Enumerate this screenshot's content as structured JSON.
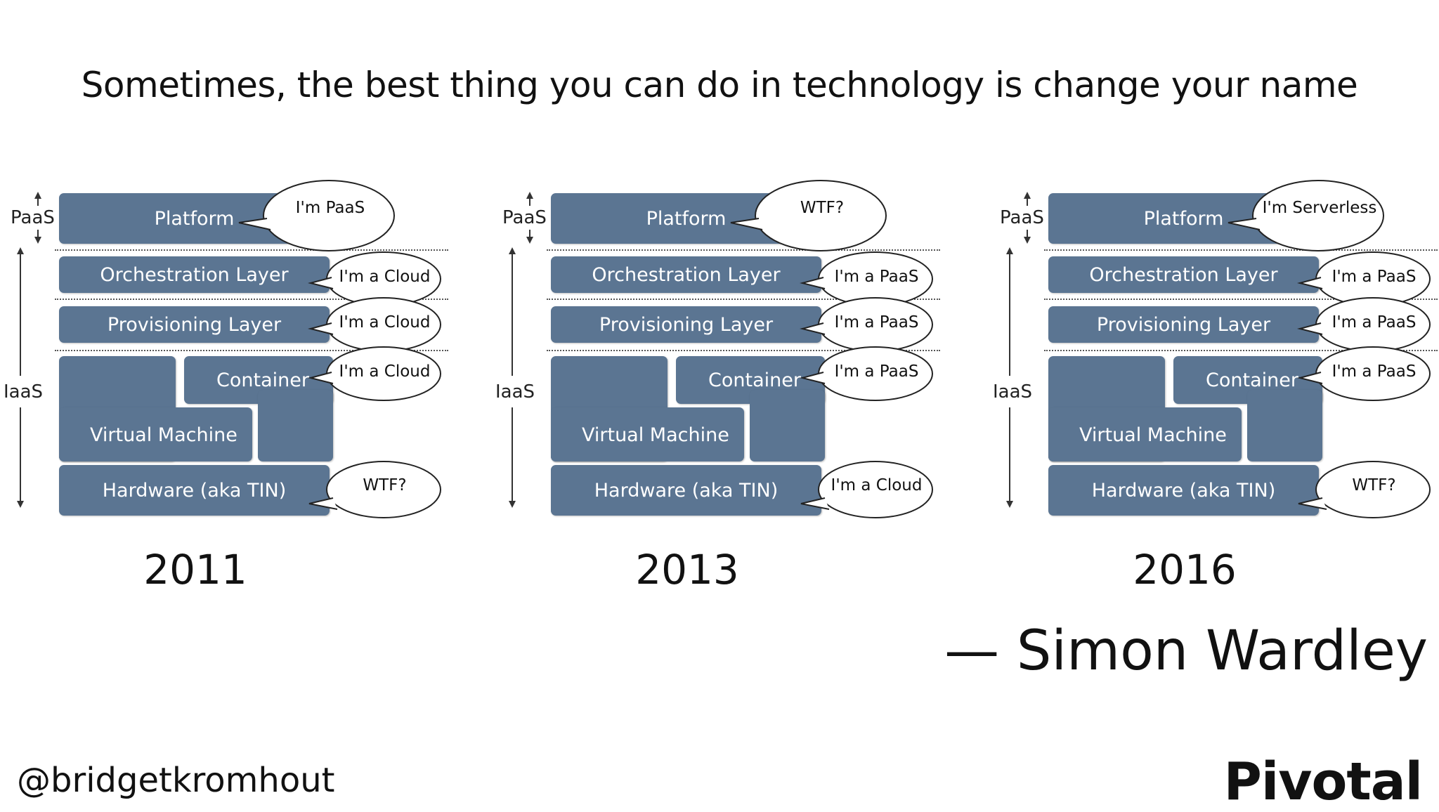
{
  "title": "Sometimes, the best thing you can do in technology is change your name",
  "diagram_common": {
    "paas_label": "PaaS",
    "iaas_label": "IaaS",
    "platform": "Platform",
    "orchestration": "Orchestration Layer",
    "provisioning": "Provisioning Layer",
    "container": "Container",
    "virtual_machine": "Virtual Machine",
    "hardware": "Hardware (aka TIN)"
  },
  "diagrams": [
    {
      "year": "2011",
      "bubbles": {
        "platform": "I'm PaaS",
        "orchestration": "I'm a Cloud",
        "provisioning": "I'm a Cloud",
        "container": "I'm a Cloud",
        "hardware": "WTF?"
      }
    },
    {
      "year": "2013",
      "bubbles": {
        "platform": "WTF?",
        "orchestration": "I'm a PaaS",
        "provisioning": "I'm a PaaS",
        "container": "I'm a PaaS",
        "hardware": "I'm a Cloud"
      }
    },
    {
      "year": "2016",
      "bubbles": {
        "platform": "I'm Serverless",
        "orchestration": "I'm a PaaS",
        "provisioning": "I'm a PaaS",
        "container": "I'm a PaaS",
        "hardware": "WTF?"
      }
    }
  ],
  "quote": "— Simon Wardley",
  "handle": "@bridgetkromhout",
  "brand": "Pivotal",
  "colors": {
    "block": "#5b7592",
    "background": "#ffffff",
    "text": "#111111"
  }
}
